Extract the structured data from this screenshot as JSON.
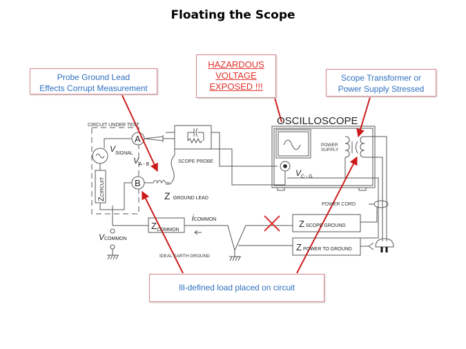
{
  "title": "Floating the Scope",
  "callouts": {
    "probe_ground": {
      "line1": "Probe Ground Lead",
      "line2": "Effects Corrupt Measurement"
    },
    "hazard": {
      "line1": "HAZARDOUS",
      "line2": "VOLTAGE",
      "line3": "EXPOSED !!!"
    },
    "transformer": {
      "line1": "Scope Transformer or",
      "line2": "Power Supply Stressed"
    },
    "load": {
      "text": "Ill-defined load placed on circuit"
    }
  },
  "diagram": {
    "circuit_under_test": "CIRCUIT UNDER TEST",
    "node_a": "A",
    "node_b": "B",
    "v_signal": {
      "v": "V",
      "sub": "SIGNAL"
    },
    "v_ab": {
      "v": "V",
      "sub": "A - B"
    },
    "z_circuit": {
      "z": "Z",
      "sub": "CIRCUIT"
    },
    "scope_probe": "SCOPE PROBE",
    "z_ground_lead": {
      "z": "Z",
      "sub": "GROUND LEAD"
    },
    "oscilloscope": "OSCILLOSCOPE",
    "power_supply_1": "POWER",
    "power_supply_2": "SUPPLY",
    "v_cg": {
      "v": "V",
      "sub": "C - G"
    },
    "power_cord": "POWER CORD",
    "z_common": {
      "z": "Z",
      "sub": "COMMON"
    },
    "i_common": {
      "i": "i",
      "sub": "COMMON"
    },
    "v_common": {
      "v": "V",
      "sub": "COMMON"
    },
    "ideal_earth_ground": "IDEAL EARTH GROUND",
    "z_scope_ground": {
      "z": "Z",
      "sub": "SCOPE GROUND"
    },
    "z_power_to_ground": {
      "z": "Z",
      "sub": "POWER TO GROUND"
    }
  },
  "colors": {
    "arrow": "#cc1a1a",
    "callout_text": "#2e6fbf",
    "callout_border": "#d9838a",
    "hazard_text": "#e0302a",
    "wire": "#555555"
  }
}
